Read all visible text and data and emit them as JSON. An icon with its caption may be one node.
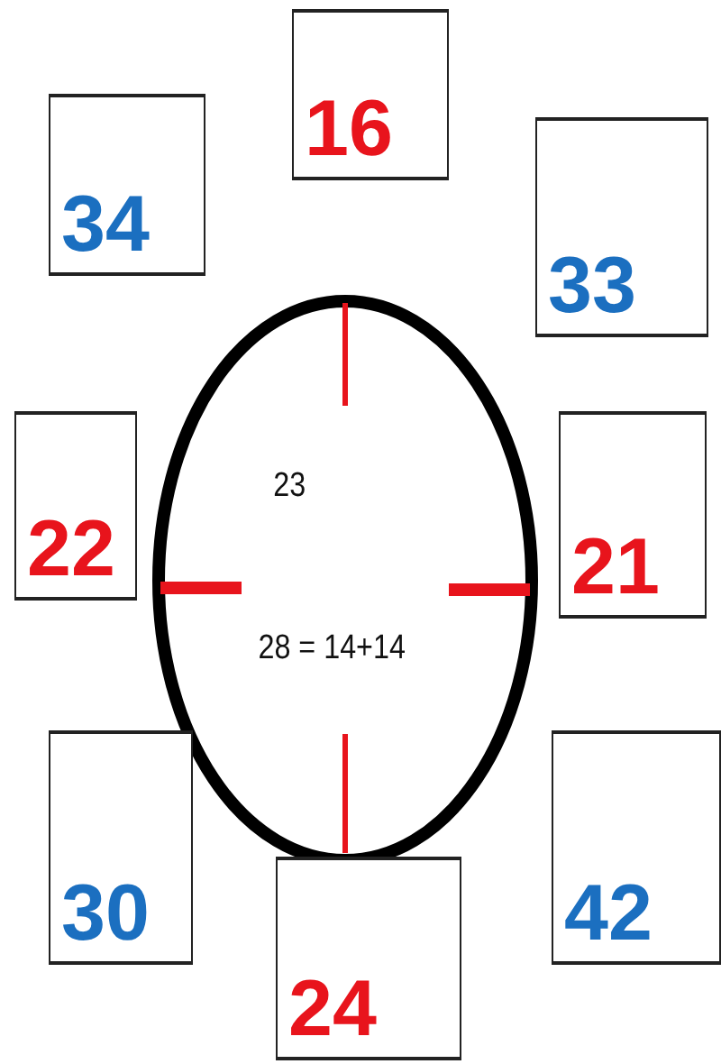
{
  "diagram": {
    "nodes": [
      {
        "text": [
          "16"
        ]
      },
      {
        "text": [
          "34"
        ]
      },
      {
        "text": [
          "33"
        ]
      },
      {
        "text": [
          "23",
          "28 = 14+14"
        ]
      },
      {
        "text": [
          "22"
        ]
      },
      {
        "text": [
          "21"
        ]
      },
      {
        "text": [
          "30"
        ]
      },
      {
        "text": [
          "42"
        ]
      },
      {
        "text": [
          "24"
        ]
      }
    ]
  }
}
